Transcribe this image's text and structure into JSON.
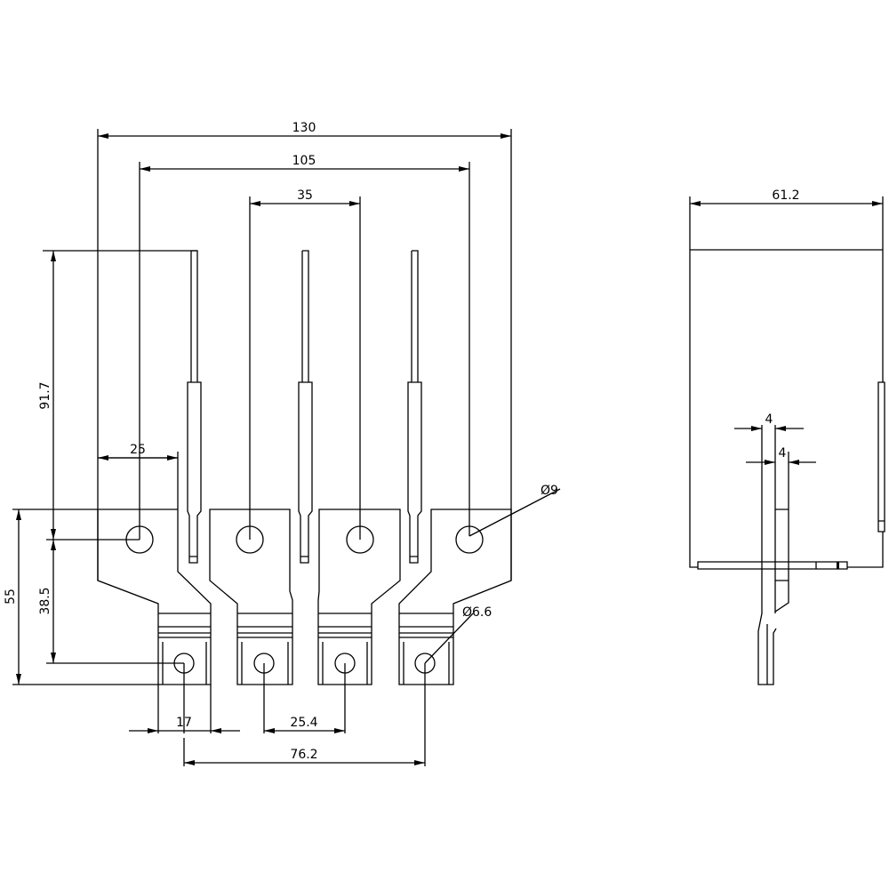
{
  "dimensions": {
    "overall_width": "130",
    "hole_span": "105",
    "pole_pitch": "35",
    "pin_height": "91.7",
    "edge_to_hole": "25",
    "total_height": "55",
    "hole_to_hole_vertical": "38.5",
    "terminal_width": "17",
    "terminal_pitch": "25.4",
    "terminal_span": "76.2",
    "large_hole_diameter": "Ø9",
    "small_hole_diameter": "Ø6.6",
    "side_depth": "61.2",
    "thickness_a": "4",
    "thickness_b": "4"
  }
}
